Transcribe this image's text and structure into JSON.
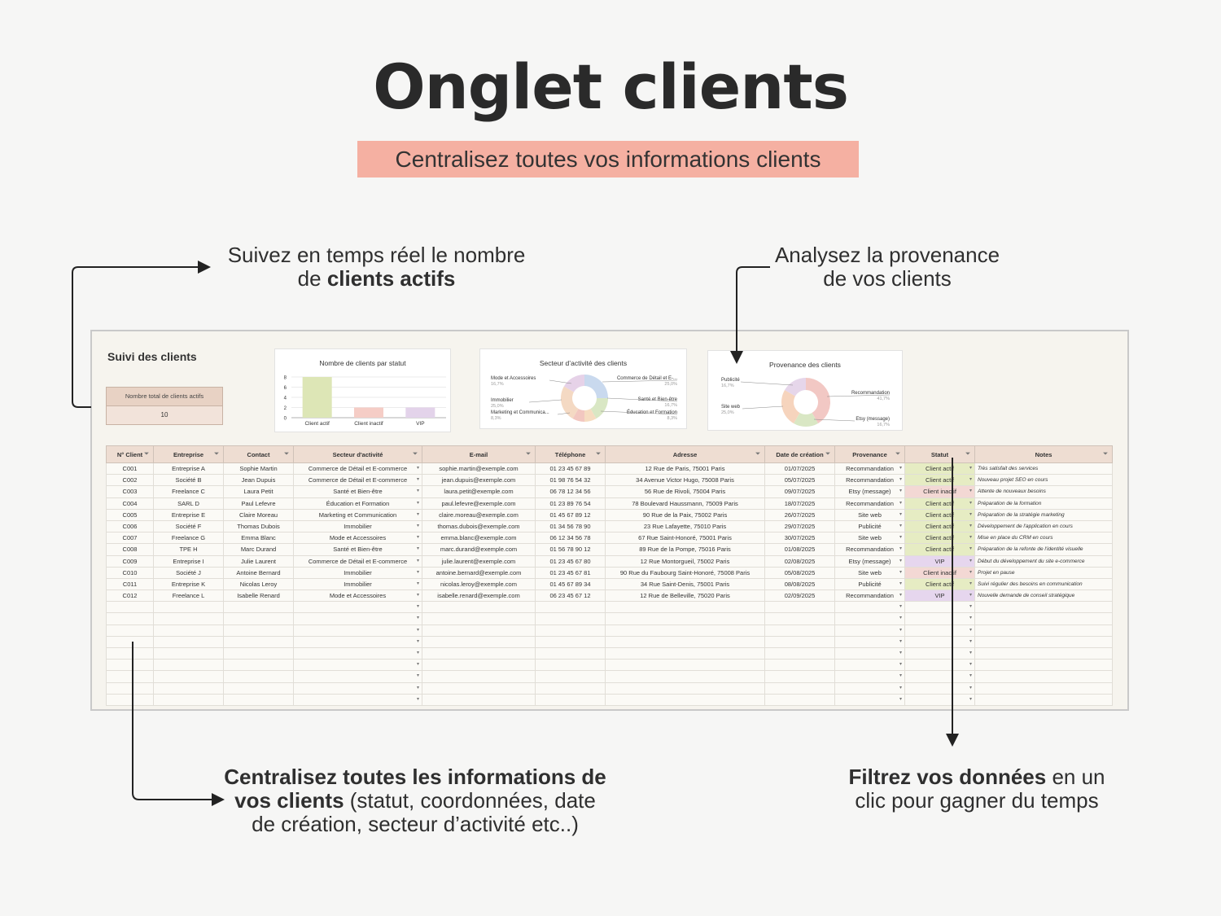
{
  "header": {
    "title": "Onglet clients",
    "subtitle": "Centralisez toutes vos informations clients"
  },
  "callouts": {
    "top_left": {
      "line1": "Suivez en temps réel le nombre",
      "line2_prefix": "de ",
      "line2_bold": "clients actifs"
    },
    "top_right": {
      "line1": "Analysez la provenance",
      "line2": "de vos clients"
    },
    "bottom_left": {
      "bold1": "Centralisez toutes les informations de",
      "bold2": "vos clients",
      "rest2": " (statut, coordonnées, date",
      "line3": "de création, secteur d’activité etc..)"
    },
    "bottom_right": {
      "bold": "Filtrez vos données",
      "rest1": " en un",
      "line2": "clic pour gagner du temps"
    }
  },
  "sheet": {
    "title": "Suivi des clients",
    "kpi": {
      "label": "Nombre total de clients actifs",
      "value": "10"
    }
  },
  "chart_data": [
    {
      "type": "bar",
      "title": "Nombre de clients par statut",
      "categories": [
        "Client actif",
        "Client inactif",
        "VIP"
      ],
      "values": [
        8,
        2,
        2
      ],
      "ylim": [
        0,
        8
      ],
      "yticks": [
        "0",
        "2",
        "4",
        "6",
        "8"
      ],
      "colors": [
        "#dde6b6",
        "#f5cdc6",
        "#e3d3ea"
      ]
    },
    {
      "type": "pie",
      "title": "Secteur d’activité des clients",
      "labels": [
        "Commerce de Détail et E-...",
        "Santé et Bien-être",
        "Éducation et Formation",
        "Marketing et Communica...",
        "Immobilier",
        "Mode et Accessoires"
      ],
      "percent_labels": [
        "25,0%",
        "16,7%",
        "8,3%",
        "8,3%",
        "25,0%",
        "16,7%"
      ],
      "values": [
        25.0,
        16.7,
        8.3,
        8.3,
        25.0,
        16.7
      ],
      "colors": [
        "#c9d9ee",
        "#d9e7c4",
        "#f6dcc1",
        "#f2c7c0",
        "#f4d9c3",
        "#e6d2e8"
      ]
    },
    {
      "type": "pie",
      "title": "Provenance des clients",
      "labels": [
        "Recommandation",
        "Etsy (message)",
        "Site web",
        "Publicité"
      ],
      "percent_labels": [
        "41,7%",
        "16,7%",
        "25,0%",
        "16,7%"
      ],
      "values": [
        41.7,
        16.7,
        25.0,
        16.7
      ],
      "colors": [
        "#f2c8c4",
        "#d9e7c4",
        "#f6d4bd",
        "#e6d6ea"
      ]
    }
  ],
  "table": {
    "headers": [
      "N° Client",
      "Entreprise",
      "Contact",
      "Secteur d'activité",
      "E-mail",
      "Téléphone",
      "Adresse",
      "Date de création",
      "Provenance",
      "Statut",
      "Notes"
    ],
    "rows": [
      [
        "C001",
        "Entreprise A",
        "Sophie Martin",
        "Commerce de Détail et E-commerce",
        "sophie.martin@exemple.com",
        "01 23 45 67 89",
        "12 Rue de Paris, 75001 Paris",
        "01/07/2025",
        "Recommandation",
        "Client actif",
        "Très satisfait des services"
      ],
      [
        "C002",
        "Société B",
        "Jean Dupuis",
        "Commerce de Détail et E-commerce",
        "jean.dupuis@exemple.com",
        "01 98 76 54 32",
        "34 Avenue Victor Hugo, 75008 Paris",
        "05/07/2025",
        "Recommandation",
        "Client actif",
        "Nouveau projet SEO en cours"
      ],
      [
        "C003",
        "Freelance C",
        "Laura Petit",
        "Santé et Bien-être",
        "laura.petit@exemple.com",
        "06 78 12 34 56",
        "56 Rue de Rivoli, 75004 Paris",
        "09/07/2025",
        "Etsy (message)",
        "Client inactif",
        "Attente de nouveaux besoins"
      ],
      [
        "C004",
        "SARL D",
        "Paul Lefevre",
        "Éducation et Formation",
        "paul.lefevre@exemple.com",
        "01 23 89 76 54",
        "78 Boulevard Haussmann, 75009 Paris",
        "18/07/2025",
        "Recommandation",
        "Client actif",
        "Préparation de la formation"
      ],
      [
        "C005",
        "Entreprise E",
        "Claire Moreau",
        "Marketing et Communication",
        "claire.moreau@exemple.com",
        "01 45 67 89 12",
        "90 Rue de la Paix, 75002 Paris",
        "26/07/2025",
        "Site web",
        "Client actif",
        "Préparation de la stratégie marketing"
      ],
      [
        "C006",
        "Société F",
        "Thomas Dubois",
        "Immobilier",
        "thomas.dubois@exemple.com",
        "01 34 56 78 90",
        "23 Rue Lafayette, 75010 Paris",
        "29/07/2025",
        "Publicité",
        "Client actif",
        "Développement de l'application en cours"
      ],
      [
        "C007",
        "Freelance G",
        "Emma Blanc",
        "Mode et Accessoires",
        "emma.blanc@exemple.com",
        "06 12 34 56 78",
        "67 Rue Saint-Honoré, 75001 Paris",
        "30/07/2025",
        "Site web",
        "Client actif",
        "Mise en place du CRM en cours"
      ],
      [
        "C008",
        "TPE H",
        "Marc Durand",
        "Santé et Bien-être",
        "marc.durand@exemple.com",
        "01 56 78 90 12",
        "89 Rue de la Pompe, 75016 Paris",
        "01/08/2025",
        "Recommandation",
        "Client actif",
        "Préparation de la refonte de l'identité visuelle"
      ],
      [
        "C009",
        "Entreprise I",
        "Julie Laurent",
        "Commerce de Détail et E-commerce",
        "julie.laurent@exemple.com",
        "01 23 45 67 80",
        "12 Rue Montorgueil, 75002 Paris",
        "02/08/2025",
        "Etsy (message)",
        "VIP",
        "Début du développement du site e-commerce"
      ],
      [
        "C010",
        "Société J",
        "Antoine Bernard",
        "Immobilier",
        "antoine.bernard@exemple.com",
        "01 23 45 67 81",
        "90 Rue du Faubourg Saint-Honoré, 75008 Paris",
        "05/08/2025",
        "Site web",
        "Client inactif",
        "Projet en pause"
      ],
      [
        "C011",
        "Entreprise K",
        "Nicolas Leroy",
        "Immobilier",
        "nicolas.leroy@exemple.com",
        "01 45 67 89 34",
        "34 Rue Saint-Denis, 75001 Paris",
        "08/08/2025",
        "Publicité",
        "Client actif",
        "Suivi régulier des besoins en communication"
      ],
      [
        "C012",
        "Freelance L",
        "Isabelle Renard",
        "Mode et Accessoires",
        "isabelle.renard@exemple.com",
        "06 23 45 67 12",
        "12 Rue de Belleville, 75020 Paris",
        "02/09/2025",
        "Recommandation",
        "VIP",
        "Nouvelle demande de conseil stratégique"
      ]
    ],
    "empty_rows": 9
  }
}
